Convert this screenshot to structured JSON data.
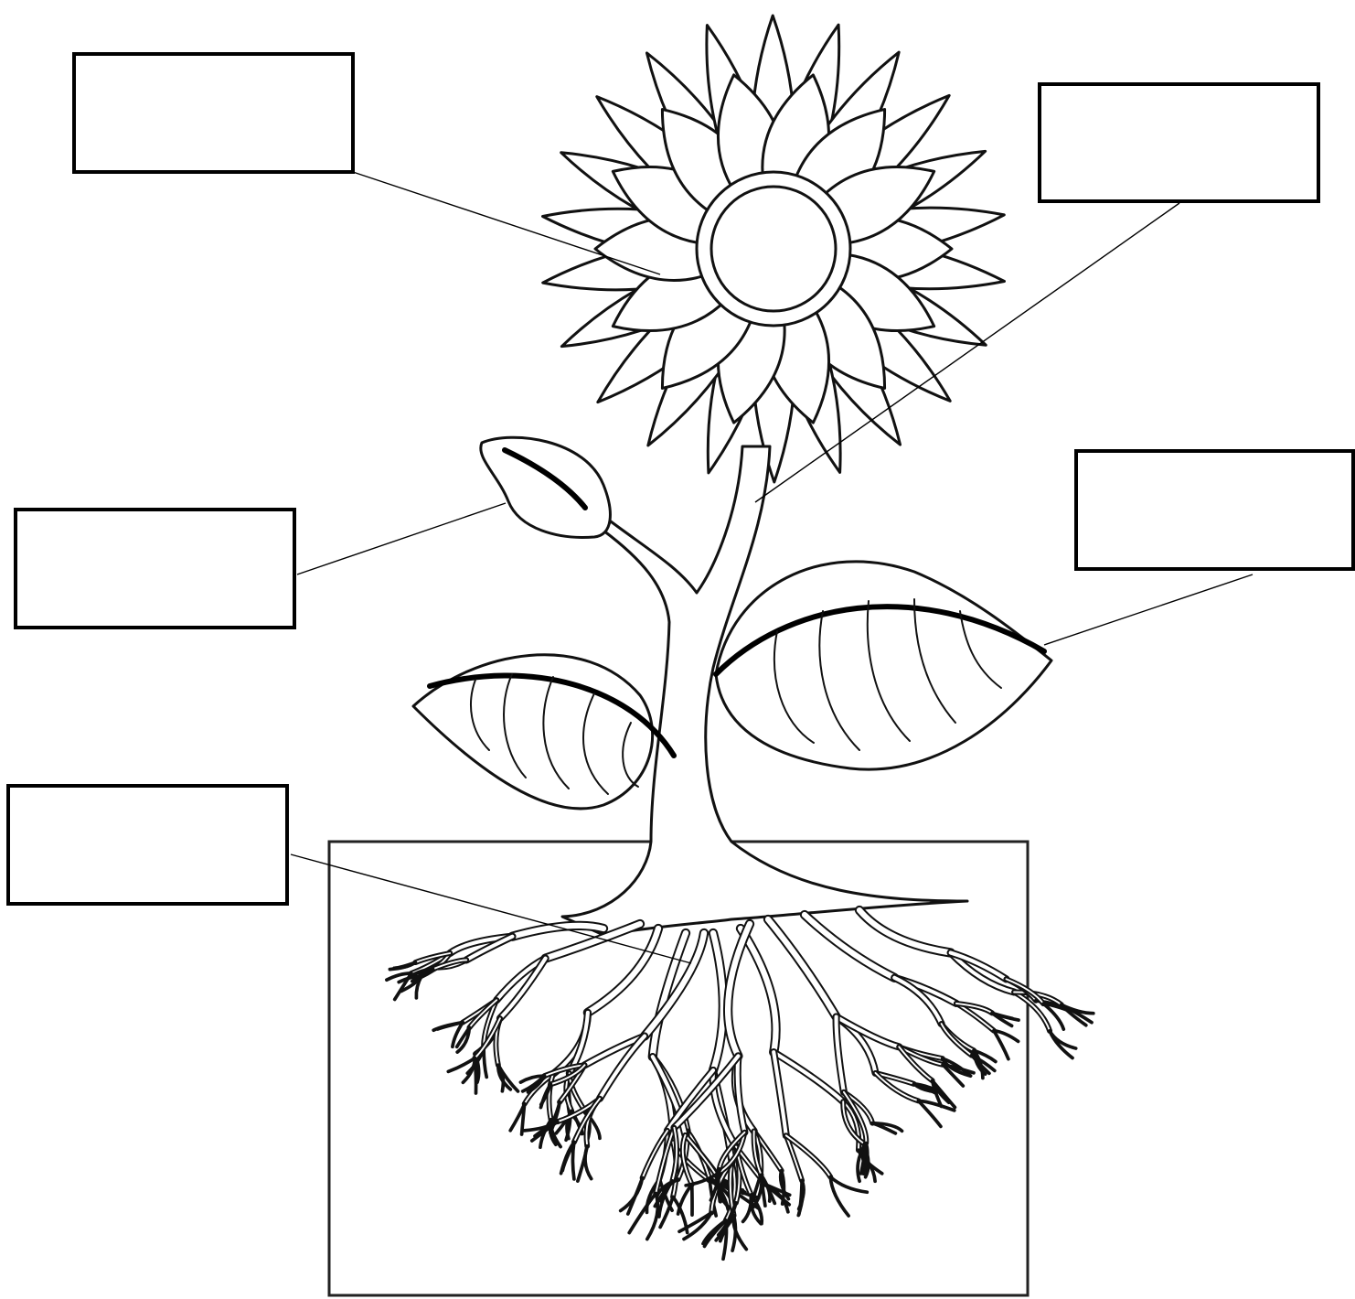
{
  "diagram": {
    "labels": [
      {
        "id": "petals",
        "text": ""
      },
      {
        "id": "stem",
        "text": ""
      },
      {
        "id": "bud",
        "text": ""
      },
      {
        "id": "leaf",
        "text": ""
      },
      {
        "id": "roots",
        "text": ""
      }
    ]
  }
}
